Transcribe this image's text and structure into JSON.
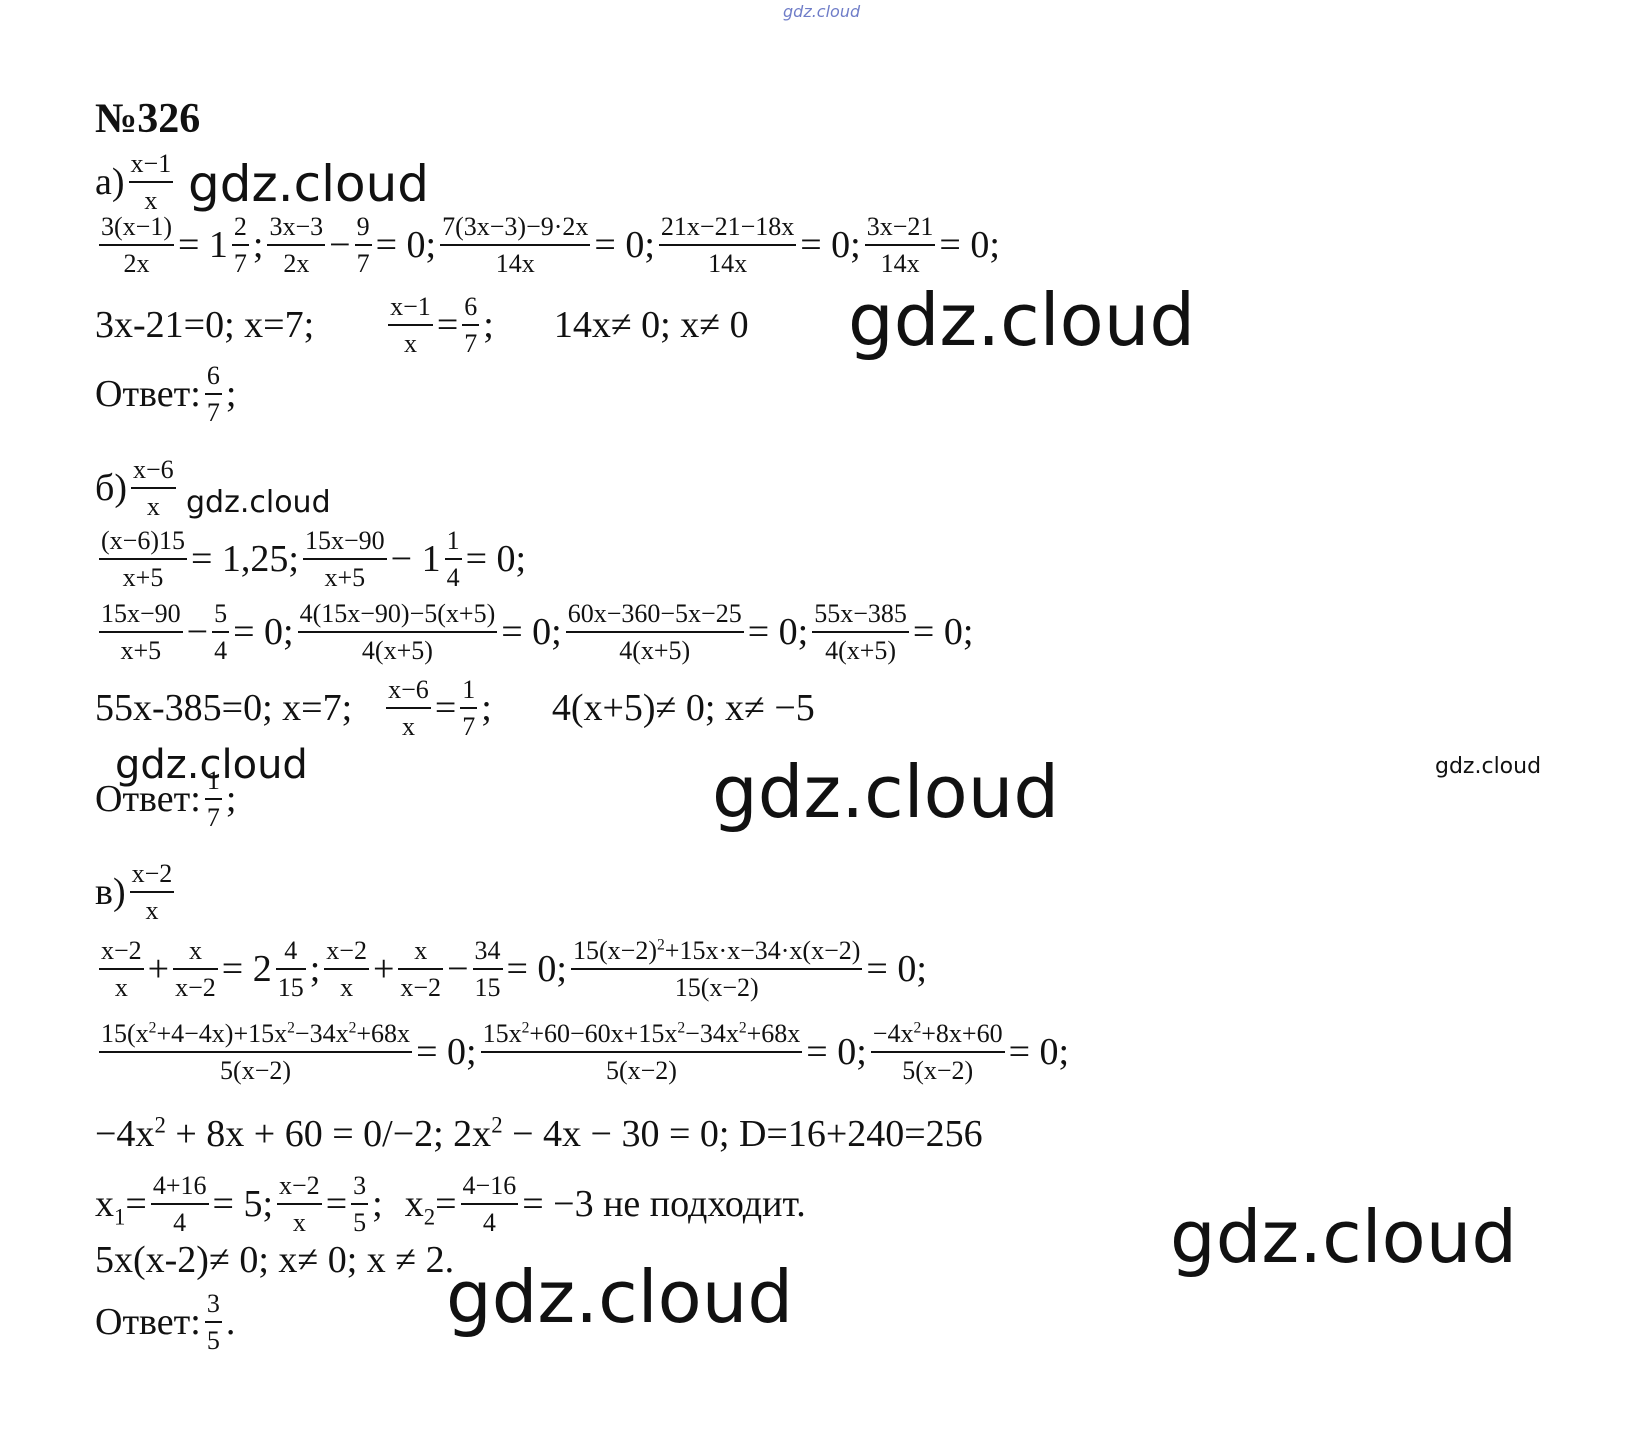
{
  "watermark": {
    "text": "gdz.cloud",
    "color": "#111111",
    "top_color": "#6f7dc8"
  },
  "problem": {
    "number": "№326",
    "parts": [
      {
        "label": "а)",
        "main_fraction": {
          "num": "x−1",
          "den": "x"
        },
        "row1": {
          "f1": {
            "num": "3(x−1)",
            "den": "2x"
          },
          "eq1": "= 1",
          "mixed1": {
            "num": "2",
            "den": "7"
          },
          "s1": ";",
          "f2": {
            "num": "3x−3",
            "den": "2x"
          },
          "m1": "−",
          "f3": {
            "num": "9",
            "den": "7"
          },
          "eq2": "= 0;",
          "f4": {
            "num": "7(3x−3)−9·2x",
            "den": "14x"
          },
          "eq3": "= 0;",
          "f5": {
            "num": "21x−21−18x",
            "den": "14x"
          },
          "eq4": "= 0;",
          "f6": {
            "num": "3x−21",
            "den": "14x"
          },
          "eq5": "= 0;"
        },
        "row2": {
          "t1": "3x-21=0; x=7;",
          "f1": {
            "num": "x−1",
            "den": "x"
          },
          "eq1": "=",
          "f2": {
            "num": "6",
            "den": "7"
          },
          "s1": ";",
          "t2": "14x≠ 0;  x≠ 0"
        },
        "answer": {
          "label": "Ответ:",
          "frac": {
            "num": "6",
            "den": "7"
          },
          "end": ";"
        }
      },
      {
        "label": "б)",
        "main_fraction": {
          "num": "x−6",
          "den": "x"
        },
        "row1": {
          "f1": {
            "num": "(x−6)15",
            "den": "x+5"
          },
          "eq1": "= 1,25;",
          "f2": {
            "num": "15x−90",
            "den": "x+5"
          },
          "m1": "− 1",
          "mixed1": {
            "num": "1",
            "den": "4"
          },
          "eq2": "= 0;"
        },
        "row2": {
          "f1": {
            "num": "15x−90",
            "den": "x+5"
          },
          "m1": "−",
          "f2": {
            "num": "5",
            "den": "4"
          },
          "eq1": "= 0;",
          "f3": {
            "num": "4(15x−90)−5(x+5)",
            "den": "4(x+5)"
          },
          "eq2": "= 0;",
          "f4": {
            "num": "60x−360−5x−25",
            "den": "4(x+5)"
          },
          "eq3": "= 0;",
          "f5": {
            "num": "55x−385",
            "den": "4(x+5)"
          },
          "eq4": "= 0;"
        },
        "row3": {
          "t1": "55x-385=0; x=7;",
          "f1": {
            "num": "x−6",
            "den": "x"
          },
          "eq1": "=",
          "f2": {
            "num": "1",
            "den": "7"
          },
          "s1": ";",
          "t2": "4(x+5)≠ 0;  x≠ −5"
        },
        "answer": {
          "label": "Ответ:",
          "frac": {
            "num": "1",
            "den": "7"
          },
          "end": ";"
        }
      },
      {
        "label": "в)",
        "main_fraction": {
          "num": "x−2",
          "den": "x"
        },
        "row1": {
          "f1": {
            "num": "x−2",
            "den": "x"
          },
          "p1": "+",
          "f2": {
            "num": "x",
            "den": "x−2"
          },
          "eq1": "= 2",
          "mixed1": {
            "num": "4",
            "den": "15"
          },
          "s1": ";",
          "f3": {
            "num": "x−2",
            "den": "x"
          },
          "p2": "+",
          "f4": {
            "num": "x",
            "den": "x−2"
          },
          "m1": "−",
          "f5": {
            "num": "34",
            "den": "15"
          },
          "eq2": "= 0;",
          "f6_num_a": "15(x−2)",
          "f6_num_sup": "2",
          "f6_num_b": "+15x·x−34·x(x−2)",
          "f6_den": "15(x−2)",
          "eq3": "= 0;"
        },
        "row2": {
          "f1_num": [
            "15(x",
            "2",
            "+4−4x)+15x",
            "2",
            "−34x",
            "2",
            "+68x"
          ],
          "f1_den": "5(x−2)",
          "eq1": "= 0;",
          "f2_num": [
            "15x",
            "2",
            "+60−60x+15x",
            "2",
            "−34x",
            "2",
            "+68x"
          ],
          "f2_den": "5(x−2)",
          "eq2": "= 0;",
          "f3_num": [
            "−4x",
            "2",
            "+8x+60"
          ],
          "f3_den": "5(x−2)",
          "eq3": "= 0;"
        },
        "row3": {
          "a1": "−4x",
          "a1_sup": "2",
          "a2": " + 8x + 60 = 0/−2;  2x",
          "a2_sup": "2",
          "a3": " − 4x − 30 = 0; D=16+240=256"
        },
        "row4": {
          "x1": "x",
          "x1_sub": "1",
          "eq1": "=",
          "f1": {
            "num": "4+16",
            "den": "4"
          },
          "eq2": "= 5;",
          "f2": {
            "num": "x−2",
            "den": "x"
          },
          "eq3": "=",
          "f3": {
            "num": "3",
            "den": "5"
          },
          "s1": ";",
          "x2": "x",
          "x2_sub": "2",
          "eq4": "=",
          "f4": {
            "num": "4−16",
            "den": "4"
          },
          "eq5": "= −3 не подходит."
        },
        "row5": {
          "t1": "5x(x-2)≠ 0;  x≠ 0; x ≠ 2."
        },
        "answer": {
          "label": "Ответ:",
          "frac": {
            "num": "3",
            "den": "5"
          },
          "end": "."
        }
      }
    ]
  }
}
